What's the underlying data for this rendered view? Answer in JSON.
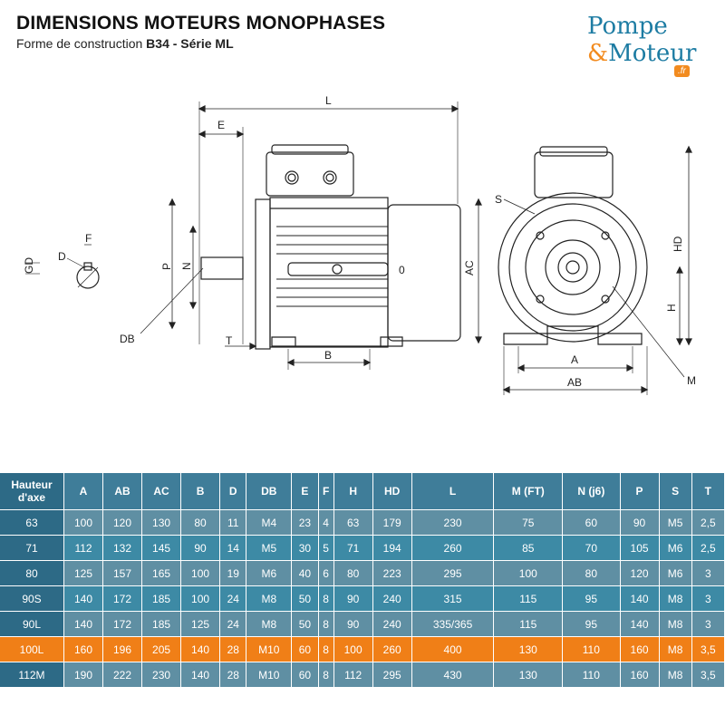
{
  "header": {
    "title": "DIMENSIONS MOTEURS MONOPHASES",
    "subtitle_prefix": "Forme de construction ",
    "subtitle_bold": "B34 - Série ML"
  },
  "logo": {
    "line1": "Pompe",
    "amp": "&",
    "line2": "Moteur",
    "badge": ".fr"
  },
  "drawing_labels": {
    "L": "L",
    "E": "E",
    "S": "S",
    "F": "F",
    "D": "D",
    "GD": "GD",
    "P": "P",
    "N": "N",
    "zero": "0",
    "AC": "AC",
    "DB": "DB",
    "T": "T",
    "B": "B",
    "HD": "HD",
    "H": "H",
    "A": "A",
    "AB": "AB",
    "M": "M"
  },
  "table": {
    "headers": [
      "Hauteur d'axe",
      "A",
      "AB",
      "AC",
      "B",
      "D",
      "DB",
      "E",
      "F",
      "H",
      "HD",
      "L",
      "M (FT)",
      "N (j6)",
      "P",
      "S",
      "T"
    ],
    "rows": [
      [
        "63",
        "100",
        "120",
        "130",
        "80",
        "11",
        "M4",
        "23",
        "4",
        "63",
        "179",
        "230",
        "75",
        "60",
        "90",
        "M5",
        "2,5"
      ],
      [
        "71",
        "112",
        "132",
        "145",
        "90",
        "14",
        "M5",
        "30",
        "5",
        "71",
        "194",
        "260",
        "85",
        "70",
        "105",
        "M6",
        "2,5"
      ],
      [
        "80",
        "125",
        "157",
        "165",
        "100",
        "19",
        "M6",
        "40",
        "6",
        "80",
        "223",
        "295",
        "100",
        "80",
        "120",
        "M6",
        "3"
      ],
      [
        "90S",
        "140",
        "172",
        "185",
        "100",
        "24",
        "M8",
        "50",
        "8",
        "90",
        "240",
        "315",
        "115",
        "95",
        "140",
        "M8",
        "3"
      ],
      [
        "90L",
        "140",
        "172",
        "185",
        "125",
        "24",
        "M8",
        "50",
        "8",
        "90",
        "240",
        "335/365",
        "115",
        "95",
        "140",
        "M8",
        "3"
      ],
      [
        "100L",
        "160",
        "196",
        "205",
        "140",
        "28",
        "M10",
        "60",
        "8",
        "100",
        "260",
        "400",
        "130",
        "110",
        "160",
        "M8",
        "3,5"
      ],
      [
        "112M",
        "190",
        "222",
        "230",
        "140",
        "28",
        "M10",
        "60",
        "8",
        "112",
        "295",
        "430",
        "130",
        "110",
        "160",
        "M8",
        "3,5"
      ]
    ],
    "highlight_row": 5,
    "colors": {
      "header": "#3f7d99",
      "first_col": "#2d6a86",
      "row_a": "#5f8fa3",
      "row_b": "#3d8aa5",
      "highlight": "#f07f17"
    }
  }
}
